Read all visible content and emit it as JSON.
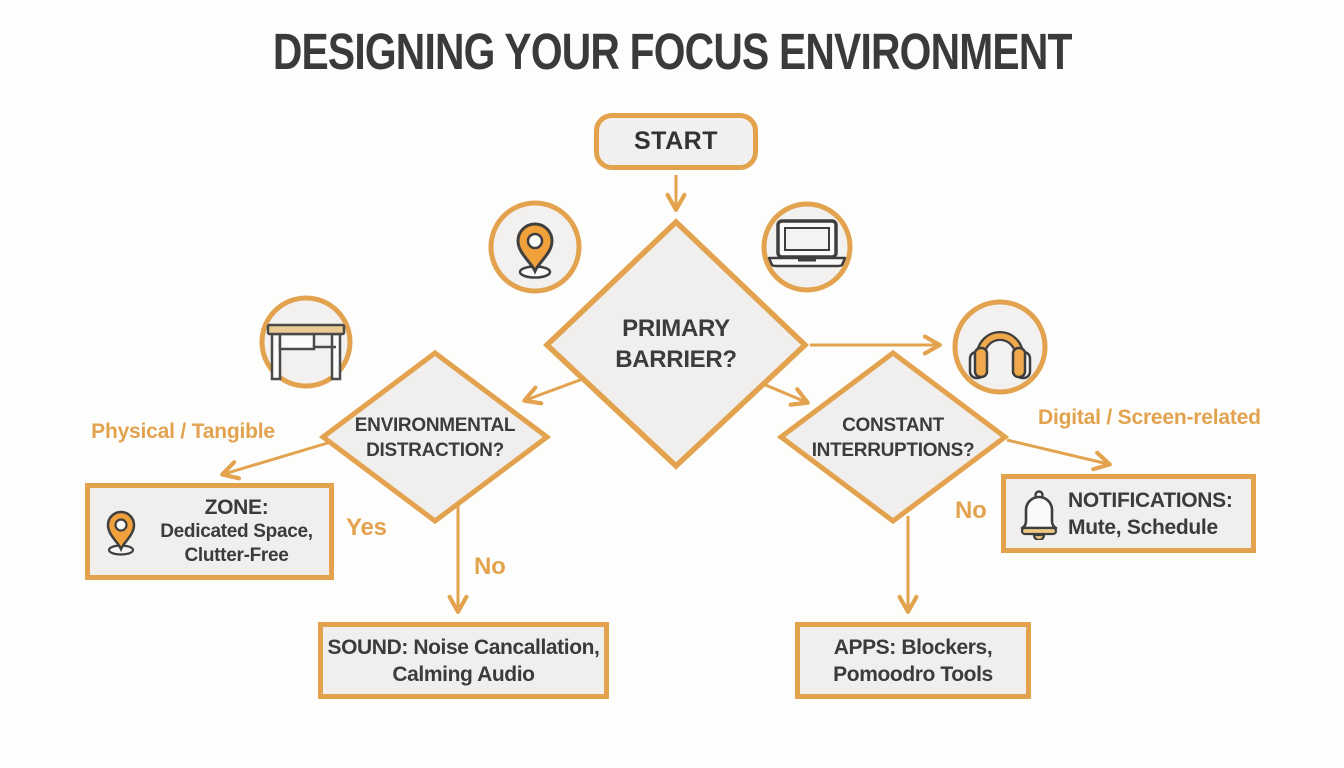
{
  "title": "DESIGNING YOUR FOCUS ENVIRONMENT",
  "colors": {
    "accent_orange": "#E2A24E",
    "node_fill": "#F0EFED",
    "dark_text": "#3A3A3A",
    "icon_orange": "#F0A13C",
    "icon_tan": "#EACB93"
  },
  "nodes": {
    "start": {
      "label": "START"
    },
    "primary_barrier": {
      "line1": "PRIMARY",
      "line2": "BARRIER?"
    },
    "environmental_distraction": {
      "line1": "ENVIRONMENTAL",
      "line2": "DISTRACTION?"
    },
    "constant_interruptions": {
      "line1": "CONSTANT",
      "line2": "INTERRUPTIONS?"
    },
    "zone": {
      "title": "ZONE:",
      "line1": "Dedicated Space,",
      "line2": "Clutter-Free"
    },
    "notifications": {
      "title": "NOTIFICATIONS:",
      "line1": "Mute, Schedule"
    },
    "sound": {
      "line1": "SOUND: Noise Cancallation,",
      "line2": "Calming Audio"
    },
    "apps": {
      "line1": "APPS: Blockers,",
      "line2": "Pomoodro Tools"
    }
  },
  "edge_labels": {
    "physical": "Physical / Tangible",
    "digital": "Digital / Screen-related",
    "yes": "Yes",
    "no_left": "No",
    "no_right": "No"
  },
  "icons": {
    "location_pin": "location-pin-icon",
    "laptop": "laptop-icon",
    "desk": "desk-icon",
    "headphones": "headphones-icon",
    "bell": "bell-icon"
  }
}
